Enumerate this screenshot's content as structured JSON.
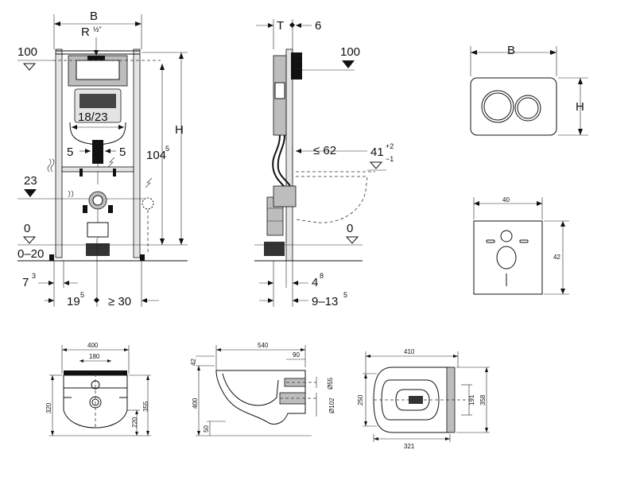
{
  "frame_front": {
    "width_label": "B",
    "thread_label": "R",
    "thread_size": "½\"",
    "level_top": "100",
    "level_23": "23",
    "level_zero": "0",
    "floor_range": "0–20",
    "height_label": "H",
    "height_value": "104",
    "height_value_sup": "5",
    "center_width": "18/23",
    "offset_left": "5",
    "offset_right": "5",
    "wall_gap": "7",
    "wall_gap_sup": "3",
    "axis_offset": "19",
    "axis_offset_sup": "5",
    "min_side": "≥ 30"
  },
  "frame_side": {
    "thickness_label": "T",
    "depth_6": "6",
    "level_top": "100",
    "max_depth": "≤ 62",
    "height_41": "41",
    "tol_plus": "+2",
    "tol_minus": "−1",
    "level_zero": "0",
    "depth_4": "4",
    "depth_4_sup": "8",
    "range": "9–13",
    "range_sup": "5"
  },
  "plate_round": {
    "width_label": "B",
    "height_label": "H"
  },
  "plate_square": {
    "width": "40",
    "height": "42"
  },
  "bowl_front": {
    "w400": "400",
    "w180": "180",
    "h320": "320",
    "h355": "355",
    "h220": "220"
  },
  "bowl_side": {
    "d540": "540",
    "d90": "90",
    "h42": "42",
    "h400": "400",
    "h50": "50",
    "dia55": "Ø55",
    "dia102": "Ø102"
  },
  "bowl_top": {
    "d410": "410",
    "d321": "321",
    "w250": "250",
    "w191": "191",
    "w358": "358"
  }
}
